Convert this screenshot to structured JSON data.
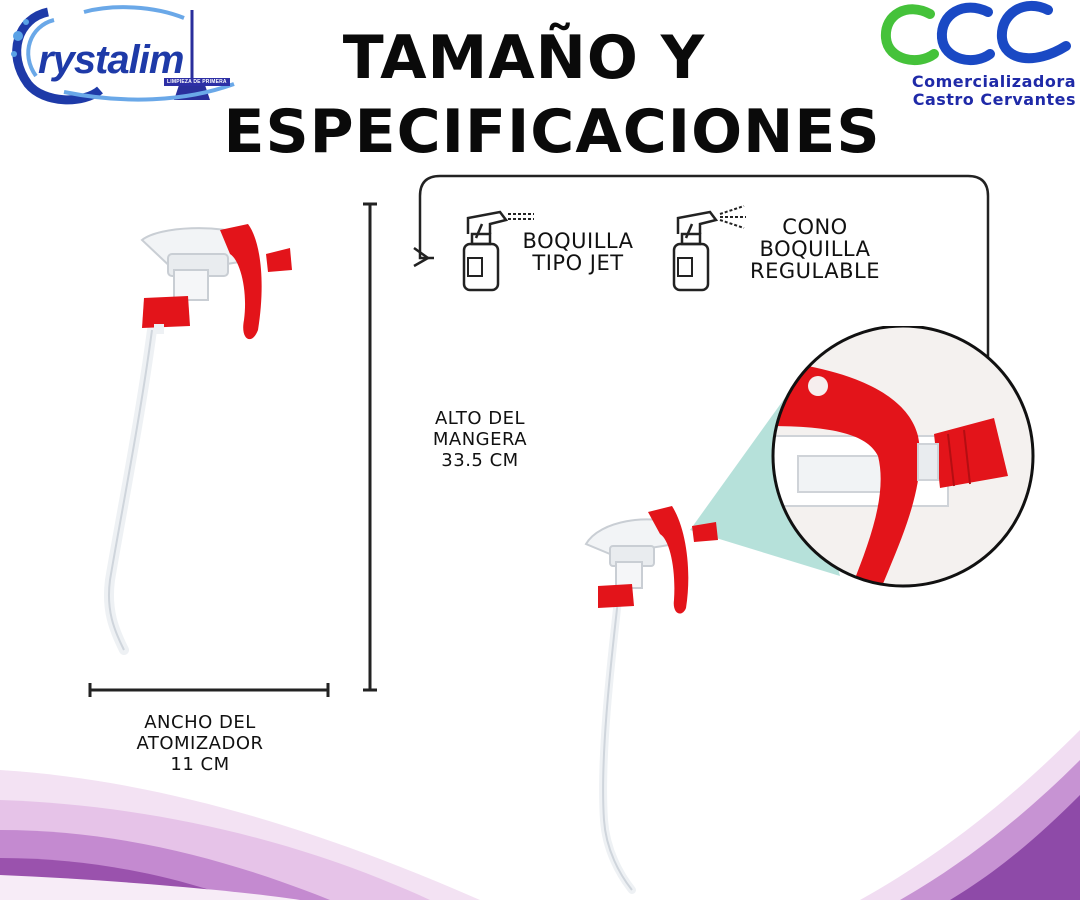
{
  "page": {
    "title_line1": "TAMAÑO Y",
    "title_line2": "ESPECIFICACIONES"
  },
  "brand_left": {
    "name": "rystalim",
    "tagline": "LIMPIEZA DE PRIMERA",
    "icon": "bubble-mop-logo-icon"
  },
  "brand_right": {
    "line1": "Comercializadora",
    "line2": "Castro Cervantes",
    "icon": "ccc-logo-icon",
    "colors": [
      "#45c23a",
      "#1a49c4"
    ]
  },
  "dimensions": {
    "height_label": [
      "ALTO DEL",
      "MANGERA",
      "33.5 CM"
    ],
    "width_label": [
      "ANCHO DEL",
      "ATOMIZADOR",
      "11 CM"
    ]
  },
  "features": [
    {
      "icon": "jet-spray-bottle-icon",
      "lines": [
        "BOQUILLA",
        "TIPO JET"
      ]
    },
    {
      "icon": "cone-spray-bottle-icon",
      "lines": [
        "CONO",
        "BOQUILLA",
        "REGULABLE"
      ]
    }
  ],
  "colors": {
    "trigger_red": "#e3141a",
    "zoom_teal": "#a9dcd3",
    "wave_purple": "#8e4aa8",
    "wave_light": "#e9c7ea"
  }
}
